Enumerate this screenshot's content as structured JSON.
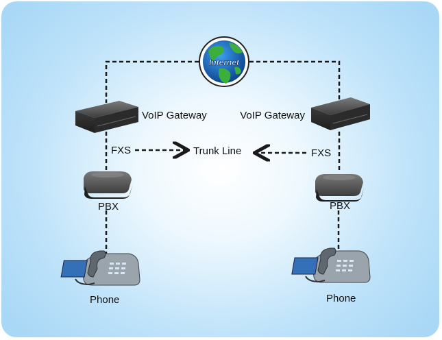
{
  "labels": {
    "internet": "Internet",
    "gateway_left": "VoIP Gateway",
    "gateway_right": "VoIP Gateway",
    "fxs_left": "FXS",
    "fxs_right": "FXS",
    "trunk": "Trunk Line",
    "pbx_left": "PBX",
    "pbx_right": "PBX",
    "phone_left": "Phone",
    "phone_right": "Phone"
  },
  "colors": {
    "background_edge": "#a9d8f6",
    "background_center": "#ffffff",
    "line": "#1a1a1a",
    "device": "#4a4a4a",
    "globe_ocean": "#1565b8",
    "globe_land": "#3cae3c"
  }
}
